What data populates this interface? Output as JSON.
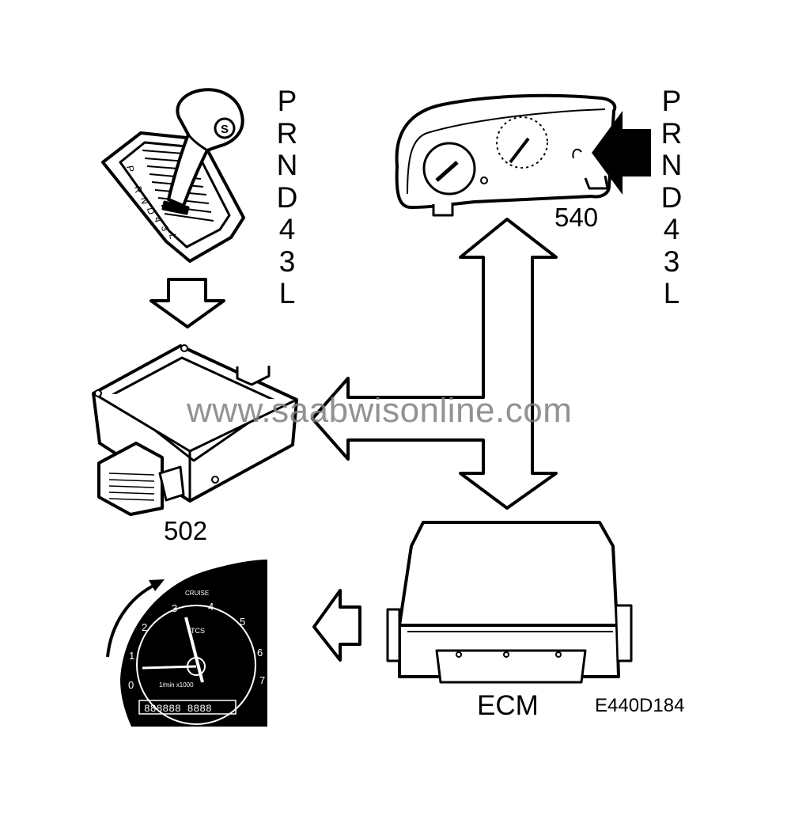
{
  "gear_positions_left": [
    "P",
    "R",
    "N",
    "D",
    "4",
    "3",
    "L"
  ],
  "gear_positions_right": [
    "P",
    "R",
    "N",
    "D",
    "4",
    "3",
    "L"
  ],
  "selector_gate_letters": [
    "P",
    "R",
    "N",
    "D",
    "4",
    "3",
    "L"
  ],
  "components": {
    "tcm_label": "502",
    "cluster_label": "540",
    "ecm_label": "ECM"
  },
  "tachometer": {
    "cruise_text": "CRUISE",
    "tcs_text": "TCS",
    "unit_text": "1/min x1000",
    "scale": [
      "0",
      "1",
      "2",
      "3",
      "4",
      "5",
      "6",
      "7"
    ],
    "odometer_text": "888888 8888"
  },
  "shift_knob_badge": "S",
  "figure_code": "E440D184",
  "watermark": "www.saabwisonline.com",
  "colors": {
    "line": "#000000",
    "background": "#ffffff",
    "watermark": "#7f7f7f"
  }
}
